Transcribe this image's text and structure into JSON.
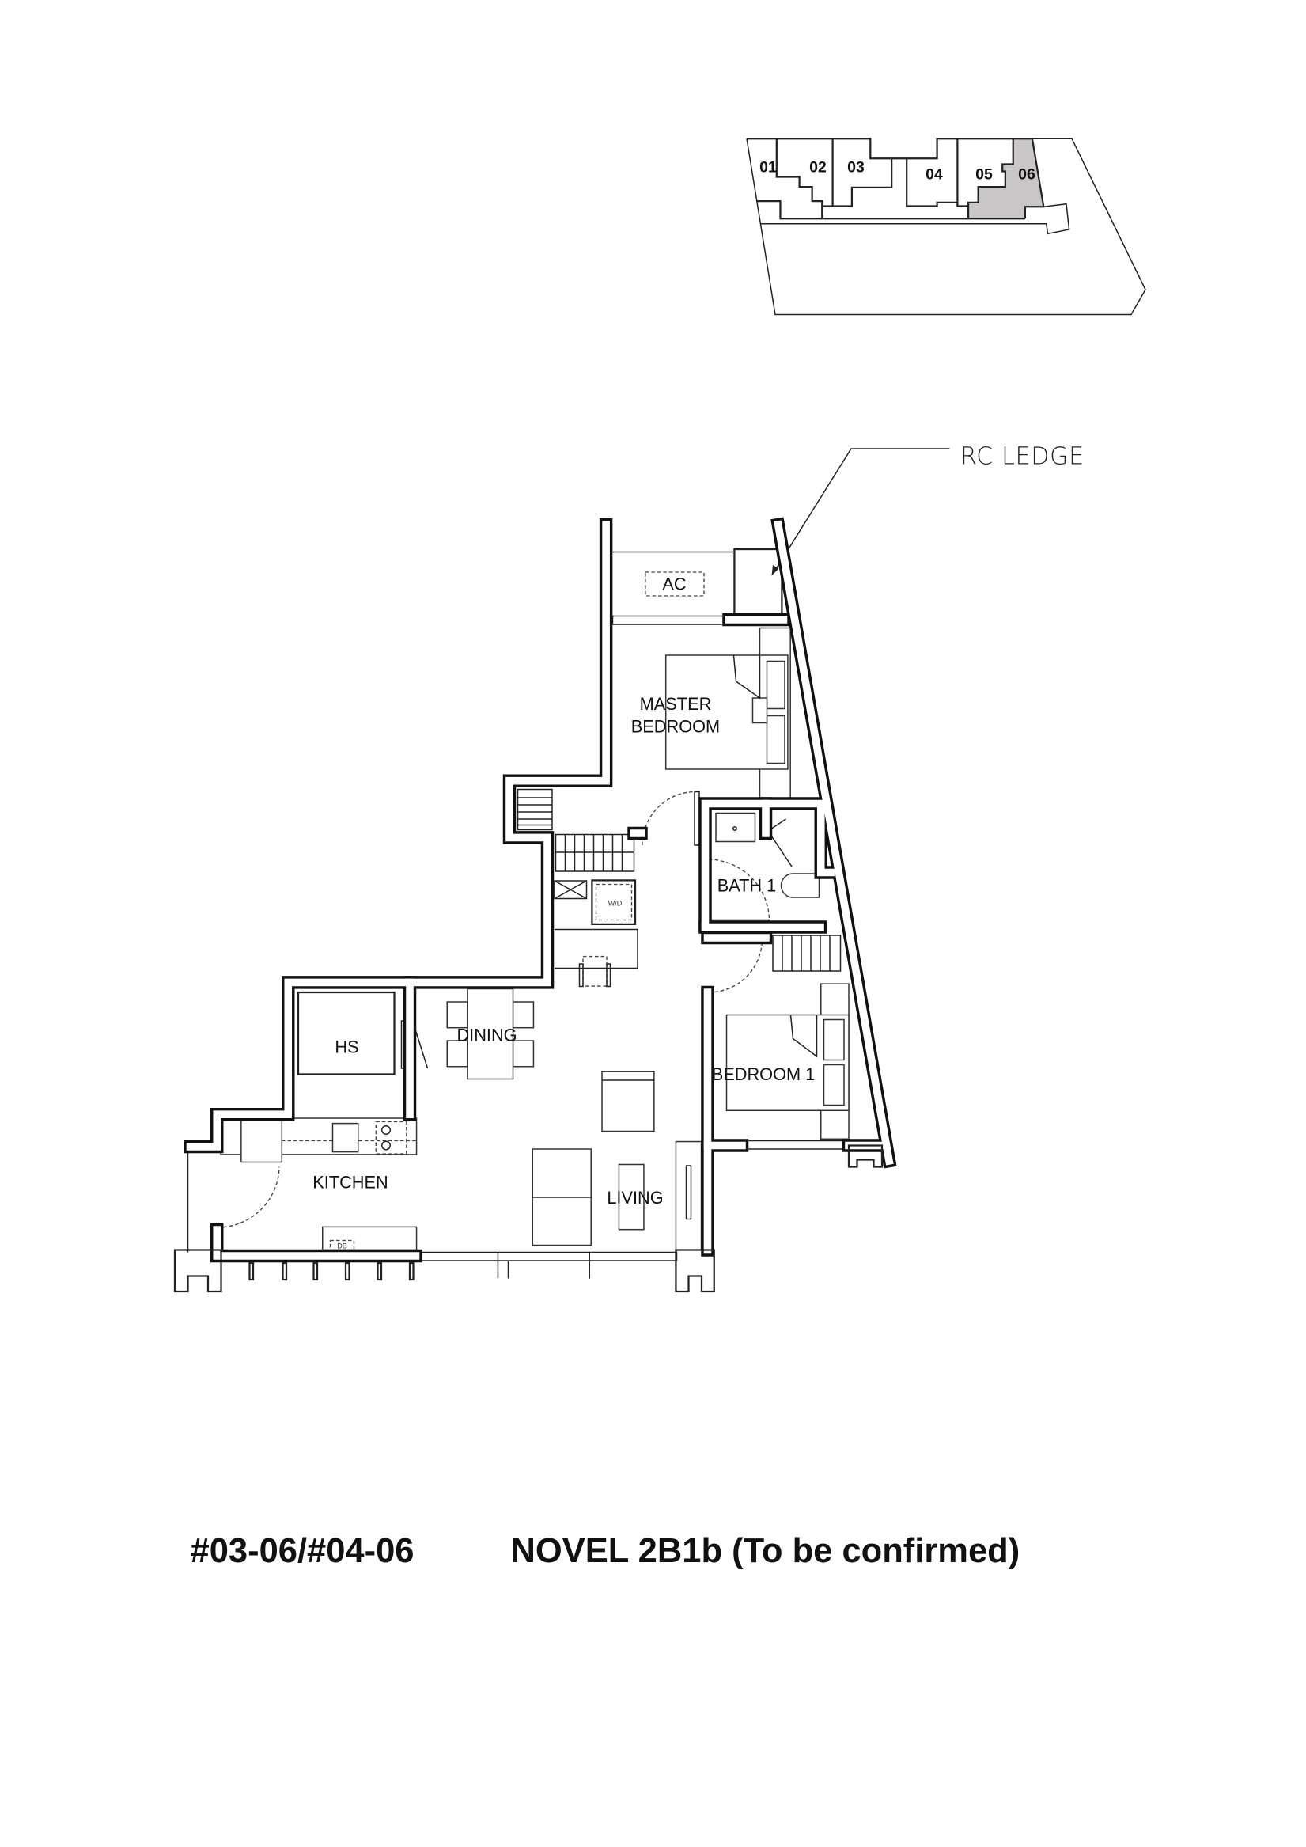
{
  "key_plan": {
    "units": [
      "01",
      "02",
      "03",
      "04",
      "05",
      "06"
    ],
    "highlighted_unit": "06",
    "highlight_color": "#c8c6c6"
  },
  "floor_plan": {
    "rooms": {
      "ac": "AC",
      "master_1": "MASTER",
      "master_2": "BEDROOM",
      "bath": "BATH 1",
      "hs": "HS",
      "dining": "DINING",
      "bedroom1": "BEDROOM 1",
      "kitchen": "KITCHEN",
      "living": "LIVING",
      "wd": "W/D",
      "db": "DB"
    },
    "annotation": "RC LEDGE"
  },
  "title": {
    "units": "#03-06/#04-06",
    "type": "NOVEL 2B1b (To be confirmed)"
  }
}
